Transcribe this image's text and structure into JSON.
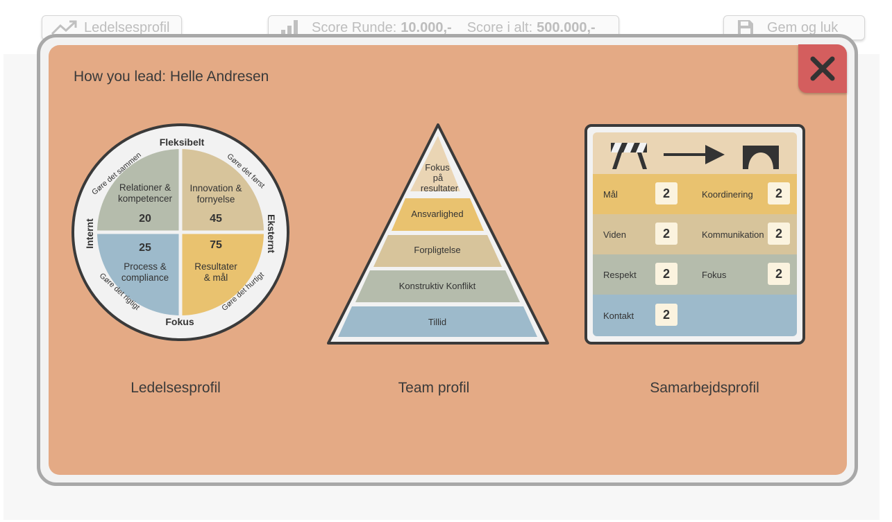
{
  "toolbar": {
    "profile_label": "Ledelsesprofil",
    "score_round_label": "Score Runde:",
    "score_round_value": "10.000,-",
    "score_total_label": "Score i alt:",
    "score_total_value": "500.000,-",
    "save_label": "Gem og luk"
  },
  "modal": {
    "title": "How you lead: Helle Andresen",
    "close_icon": "close-icon"
  },
  "leadership": {
    "caption": "Ledelsesprofil",
    "ring": {
      "top": "Fleksibelt",
      "bottom": "Fokus",
      "left": "Internt",
      "right": "Eksternt",
      "top_left": "Gøre det sammen",
      "top_right": "Gøre det først",
      "bottom_left": "Gøre det rigtigt",
      "bottom_right": "Gøre det hurtigt"
    },
    "quadrants": {
      "top_left": {
        "line1": "Relationer &",
        "line2": "kompetencer",
        "score": "20",
        "color": "#b5bcac"
      },
      "top_right": {
        "line1": "Innovation &",
        "line2": "fornyelse",
        "score": "45",
        "color": "#d7c49b"
      },
      "bottom_left": {
        "line1": "Process &",
        "line2": "compliance",
        "score": "25",
        "color": "#9dbacb"
      },
      "bottom_right": {
        "line1": "Resultater",
        "line2": "& mål",
        "score": "75",
        "color": "#e9c26f"
      }
    }
  },
  "team": {
    "caption": "Team profil",
    "levels": {
      "top_line1": "Fokus",
      "top_line2": "på",
      "top_line3": "resultater",
      "level2": "Ansvarlighed",
      "level3": "Forpligtelse",
      "level4": "Konstruktiv Konflikt",
      "level5": "Tillid"
    }
  },
  "collaboration": {
    "caption": "Samarbejdsprofil",
    "header_icons": [
      "roadblock-icon",
      "arrow-right-icon",
      "bridge-icon"
    ],
    "rows": [
      {
        "left_label": "Mål",
        "left_score": "2",
        "right_label": "Koordinering",
        "right_score": "2",
        "color": "#e9c26f"
      },
      {
        "left_label": "Viden",
        "left_score": "2",
        "right_label": "Kommunikation",
        "right_score": "2",
        "color": "#d7c49b"
      },
      {
        "left_label": "Respekt",
        "left_score": "2",
        "right_label": "Fokus",
        "right_score": "2",
        "color": "#b5bcac"
      },
      {
        "left_label": "Kontakt",
        "left_score": "2",
        "color": "#9dbacb"
      }
    ]
  }
}
